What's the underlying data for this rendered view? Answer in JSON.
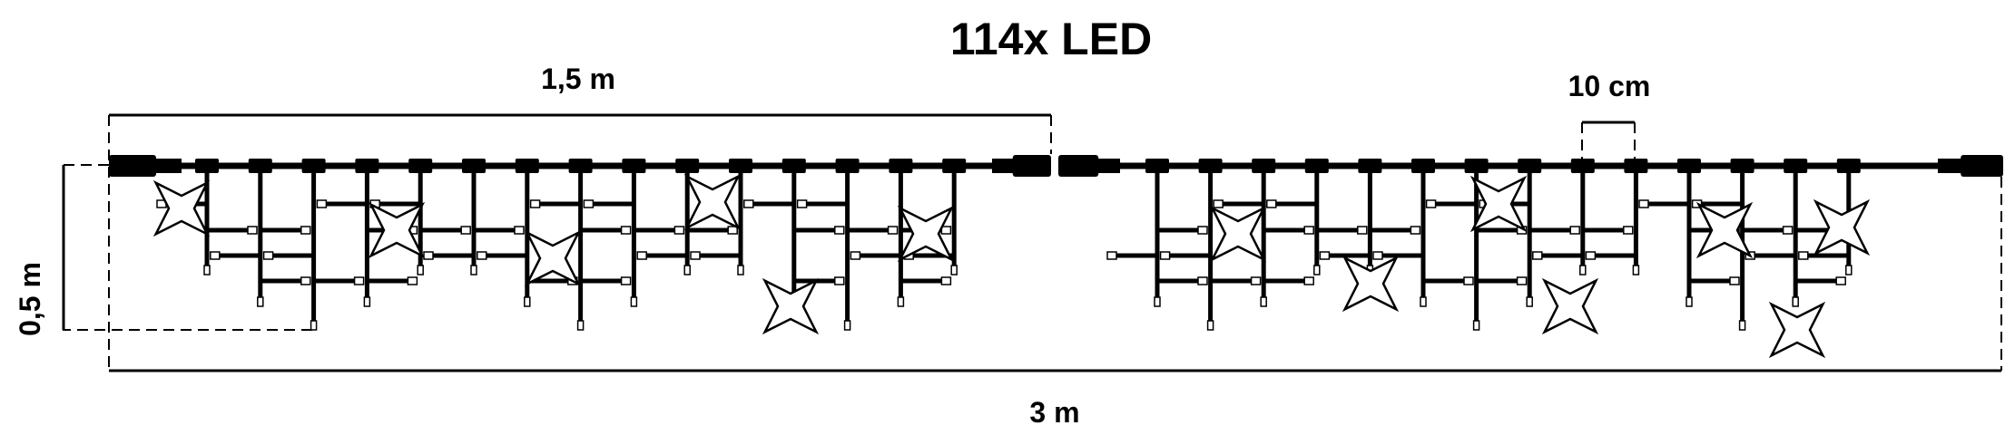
{
  "title": "114x LED",
  "dimensions": {
    "section_length": "1,5 m",
    "total_length": "3 m",
    "height": "0,5 m",
    "spacing": "10 cm"
  },
  "colors": {
    "line": "#000000",
    "background": "#ffffff"
  }
}
